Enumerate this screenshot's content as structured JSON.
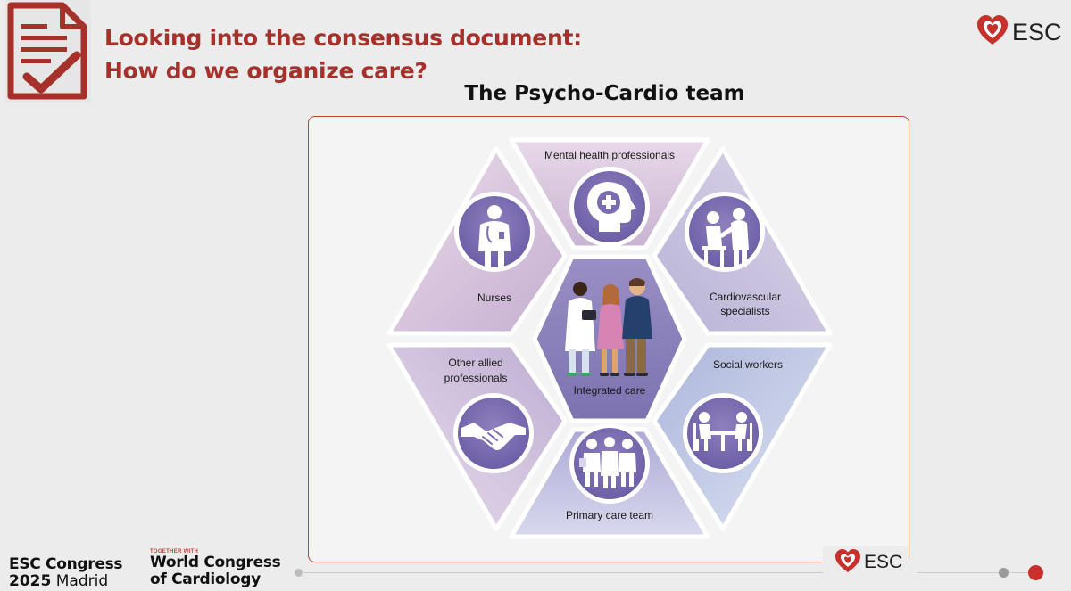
{
  "header": {
    "title_line1": "Looking into the consensus document:",
    "title_line2": "How do we organize care?"
  },
  "brand": {
    "logo_text": "ESC",
    "accent_color": "#a6312b",
    "heart_color": "#c8312b"
  },
  "diagram": {
    "title": "The Psycho-Cardio team",
    "center": {
      "label": "Integrated care",
      "icon": "integrated-care-people-icon"
    },
    "segments": [
      {
        "id": "mental",
        "lines": [
          "Mental health professionals"
        ],
        "icon": "head-medical-cross-icon"
      },
      {
        "id": "cardio",
        "lines": [
          "Cardiovascular",
          "specialists"
        ],
        "icon": "doctor-examining-patient-icon"
      },
      {
        "id": "social",
        "lines": [
          "Social workers"
        ],
        "icon": "meeting-at-table-icon"
      },
      {
        "id": "primary",
        "lines": [
          "Primary care team"
        ],
        "icon": "care-team-icon"
      },
      {
        "id": "allied",
        "lines": [
          "Other allied",
          "professionals"
        ],
        "icon": "handshake-icon"
      },
      {
        "id": "nurses",
        "lines": [
          "Nurses"
        ],
        "icon": "nurse-icon"
      }
    ]
  },
  "footer": {
    "congress_line1": "ESC Congress",
    "congress_year": "2025",
    "congress_city": "Madrid",
    "together_with": "TOGETHER WITH",
    "world_line1": "World Congress",
    "world_line2": "of Cardiology"
  }
}
